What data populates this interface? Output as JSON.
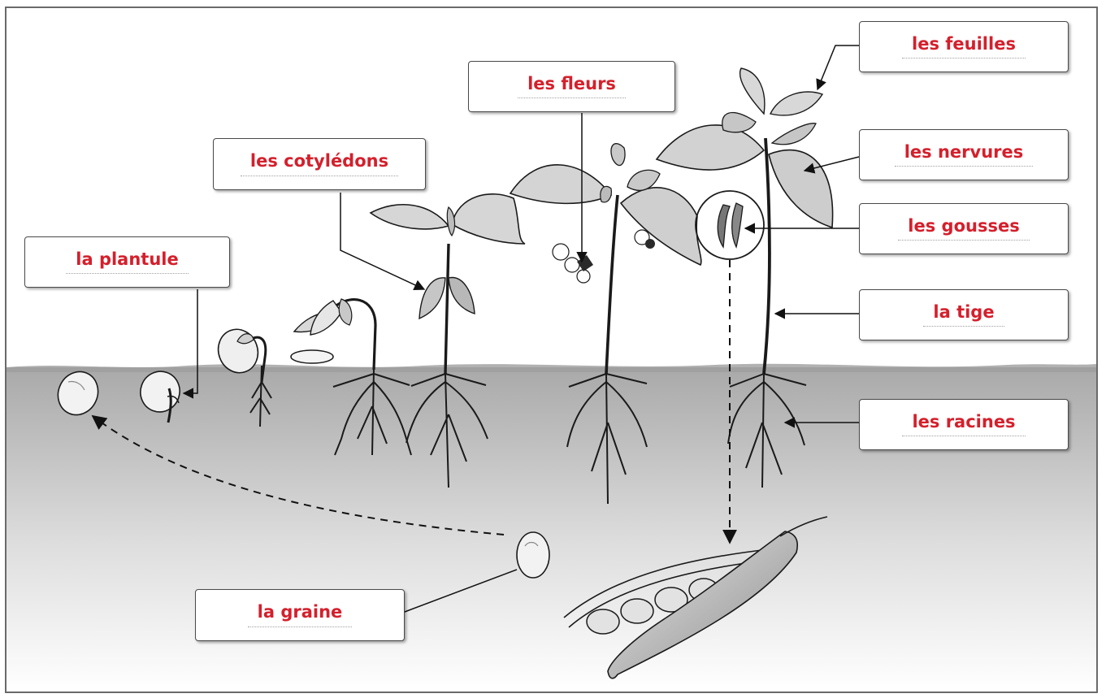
{
  "labels": {
    "plantule": "la plantule",
    "cotyledons": "les cotylédons",
    "fleurs": "les fleurs",
    "feuilles": "les feuilles",
    "nervures": "les nervures",
    "gousses": "les gousses",
    "tige": "la tige",
    "racines": "les racines",
    "graine": "la graine"
  },
  "colors": {
    "label_text": "#d4202c",
    "soil_top": "#a9a9a9",
    "soil_bottom": "#ffffff",
    "leaf": "#d9d9d9",
    "outline": "#1a1a1a"
  }
}
